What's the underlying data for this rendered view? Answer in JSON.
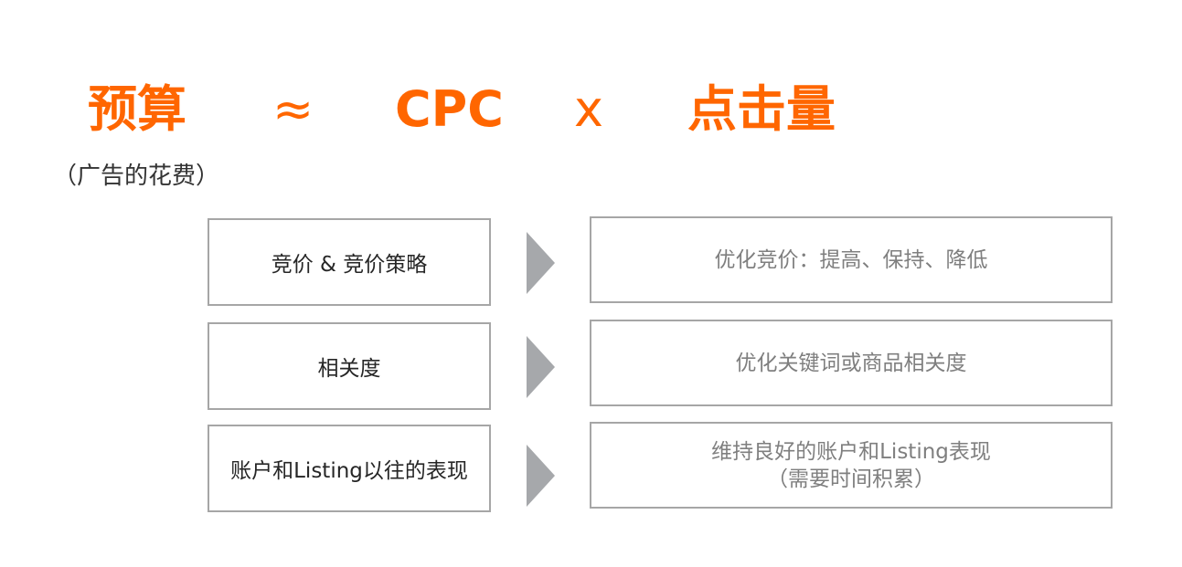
{
  "formula": {
    "budget": "预算",
    "approx": "≈",
    "cpc": "CPC",
    "times": "x",
    "clicks": "点击量",
    "budget_note": "（广告的花费）"
  },
  "colors": {
    "accent": "#ff6600",
    "border": "#a6a6a6",
    "arrow": "#a6a8ab",
    "left_text": "#262626",
    "right_text": "#7f7f7f"
  },
  "rows": [
    {
      "factor": "竞价 & 竞价策略",
      "action": "优化竞价：提高、保持、降低",
      "action_sub": ""
    },
    {
      "factor": "相关度",
      "action": "优化关键词或商品相关度",
      "action_sub": ""
    },
    {
      "factor": "账户和Listing以往的表现",
      "action": "维持良好的账户和Listing表现",
      "action_sub": "（需要时间积累）"
    }
  ]
}
